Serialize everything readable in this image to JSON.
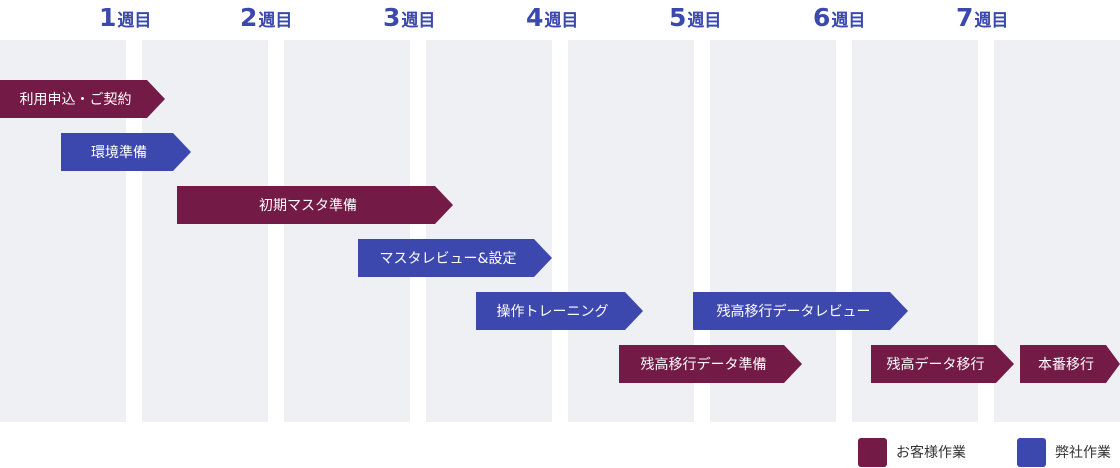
{
  "colors": {
    "customer": "#731b46",
    "vendor": "#3d48ae",
    "week_label": "#3b48ad",
    "column_bg": "#eff0f4"
  },
  "weeks": [
    {
      "num": "1",
      "unit": "週目"
    },
    {
      "num": "2",
      "unit": "週目"
    },
    {
      "num": "3",
      "unit": "週目"
    },
    {
      "num": "4",
      "unit": "週目"
    },
    {
      "num": "5",
      "unit": "週目"
    },
    {
      "num": "6",
      "unit": "週目"
    },
    {
      "num": "7",
      "unit": "週目"
    }
  ],
  "tasks": [
    {
      "label": "利用申込・ご契約",
      "owner": "customer"
    },
    {
      "label": "環境準備",
      "owner": "vendor"
    },
    {
      "label": "初期マスタ準備",
      "owner": "customer"
    },
    {
      "label": "マスタレビュー&設定",
      "owner": "vendor"
    },
    {
      "label": "操作トレーニング",
      "owner": "vendor"
    },
    {
      "label": "残高移行データレビュー",
      "owner": "vendor"
    },
    {
      "label": "残高移行データ準備",
      "owner": "customer"
    },
    {
      "label": "残高データ移行",
      "owner": "customer"
    },
    {
      "label": "本番移行",
      "owner": "customer"
    }
  ],
  "legend": {
    "customer_label": "お客様作業",
    "vendor_label": "弊社作業"
  }
}
